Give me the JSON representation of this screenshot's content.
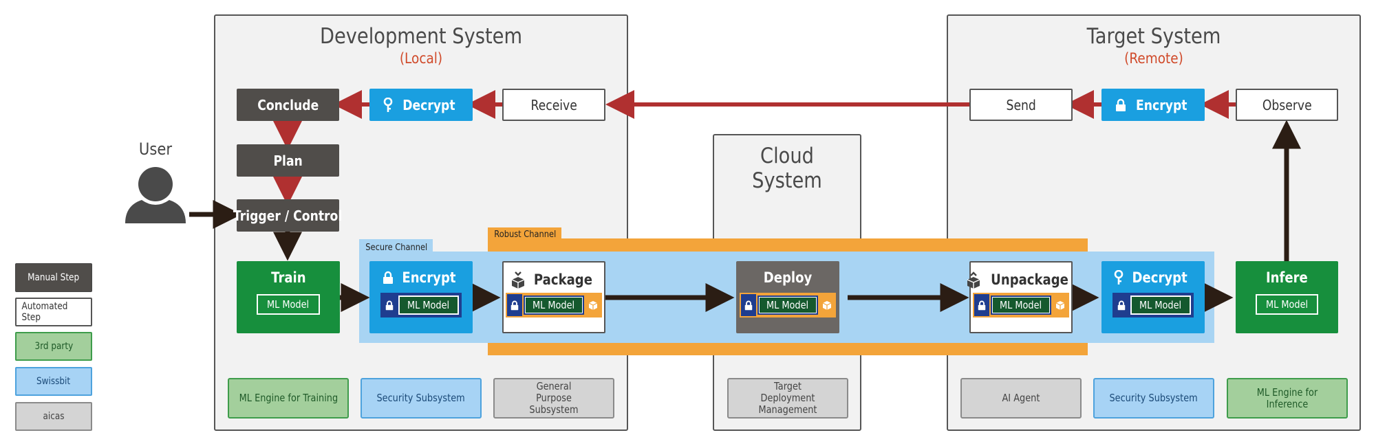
{
  "systems": {
    "development": {
      "title": "Development System",
      "subtitle": "(Local)"
    },
    "cloud": {
      "title": "Cloud System"
    },
    "target": {
      "title": "Target System",
      "subtitle": "(Remote)"
    }
  },
  "user": {
    "label": "User"
  },
  "channels": {
    "secure": "Secure Channel",
    "robust": "Robust Channel"
  },
  "steps": {
    "conclude": "Conclude",
    "decrypt_top": "Decrypt",
    "receive": "Receive",
    "plan": "Plan",
    "trigger": "Trigger / Control",
    "train": "Train",
    "encrypt_bottom": "Encrypt",
    "package": "Package",
    "deploy": "Deploy",
    "unpackage": "Unpackage",
    "decrypt_bottom": "Decrypt",
    "infere": "Infere",
    "send": "Send",
    "encrypt_top": "Encrypt",
    "observe": "Observe"
  },
  "model_label": "ML Model",
  "subsystems": {
    "ml_training": "ML Engine for Training",
    "security_dev": "Security Subsystem",
    "general_purpose": "General Purpose Subsystem",
    "target_deploy": "Target Deployment Management",
    "ai_agent": "AI Agent",
    "security_target": "Security Subsystem",
    "ml_inference": "ML Engine for Inference"
  },
  "legend": [
    {
      "label": "Manual Step"
    },
    {
      "label": "Automated Step"
    },
    {
      "label": "3rd party"
    },
    {
      "label": "Swissbit"
    },
    {
      "label": "aicas"
    }
  ],
  "colors": {
    "manual": "#504d4a",
    "automated": "#ffffff",
    "third_party": "#178f3d",
    "swissbit": "#1a9fe0",
    "aicas": "#6b6764",
    "return_arrow": "#b03030",
    "flow_arrow": "#2b1d14",
    "robust_channel": "#f3a43a",
    "secure_channel": "#a8d4f3"
  }
}
